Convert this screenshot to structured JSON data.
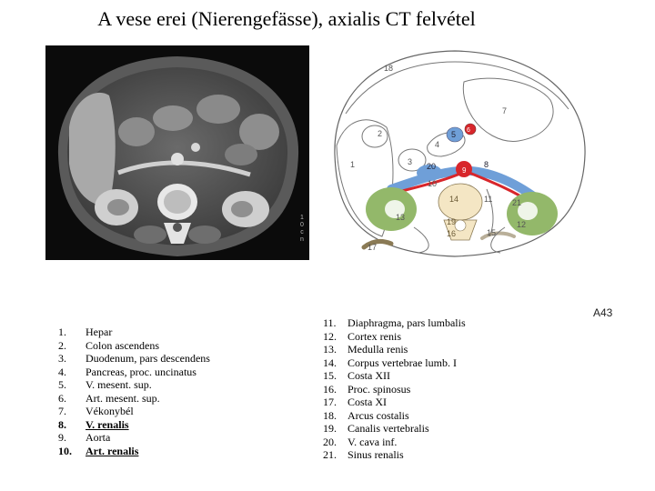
{
  "title": "A vese erei (Nierengefässe), axialis CT felvétel",
  "ct_side_label": [
    "1",
    "0",
    "c",
    "n"
  ],
  "figure_code": "A43",
  "diagram_labels": [
    {
      "text": "18"
    },
    {
      "text": "7"
    },
    {
      "text": "2"
    },
    {
      "text": "5"
    },
    {
      "text": "6"
    },
    {
      "text": "4"
    },
    {
      "text": "1"
    },
    {
      "text": "3"
    },
    {
      "text": "20"
    },
    {
      "text": "8"
    },
    {
      "text": "9"
    },
    {
      "text": "10"
    },
    {
      "text": "14"
    },
    {
      "text": "11"
    },
    {
      "text": "21"
    },
    {
      "text": "13"
    },
    {
      "text": "19"
    },
    {
      "text": "12"
    },
    {
      "text": "16"
    },
    {
      "text": "15"
    },
    {
      "text": "17"
    }
  ],
  "legend_left": [
    {
      "num": "1.",
      "label": "Hepar",
      "bold": false
    },
    {
      "num": "2.",
      "label": "Colon ascendens",
      "bold": false
    },
    {
      "num": "3.",
      "label": "Duodenum, pars descendens",
      "bold": false
    },
    {
      "num": "4.",
      "label": "Pancreas, proc. uncinatus",
      "bold": false
    },
    {
      "num": "5.",
      "label": "V. mesent. sup.",
      "bold": false
    },
    {
      "num": "6.",
      "label": "Art. mesent. sup.",
      "bold": false
    },
    {
      "num": "7.",
      "label": "Vékonybél",
      "bold": false
    },
    {
      "num": "8.",
      "label": "V. renalis",
      "bold": true
    },
    {
      "num": "9.",
      "label": "Aorta",
      "bold": false
    },
    {
      "num": "10.",
      "label": "Art. renalis",
      "bold": true
    }
  ],
  "legend_right": [
    {
      "num": "11.",
      "label": "Diaphragma, pars lumbalis"
    },
    {
      "num": "12.",
      "label": "Cortex renis"
    },
    {
      "num": "13.",
      "label": "Medulla renis"
    },
    {
      "num": "14.",
      "label": "Corpus vertebrae lumb. I"
    },
    {
      "num": "15.",
      "label": "Costa XII"
    },
    {
      "num": "16.",
      "label": "Proc. spinosus"
    },
    {
      "num": "17.",
      "label": "Costa XI"
    },
    {
      "num": "18.",
      "label": "Arcus costalis"
    },
    {
      "num": "19.",
      "label": "Canalis vertebralis"
    },
    {
      "num": "20.",
      "label": "V. cava inf."
    },
    {
      "num": "21.",
      "label": "Sinus renalis"
    }
  ],
  "colors": {
    "vein_blue": "#6f9fd8",
    "artery_red": "#d8262b",
    "kidney_green": "#93b86a",
    "bone": "#f4e6c4",
    "outline": "#555555"
  }
}
